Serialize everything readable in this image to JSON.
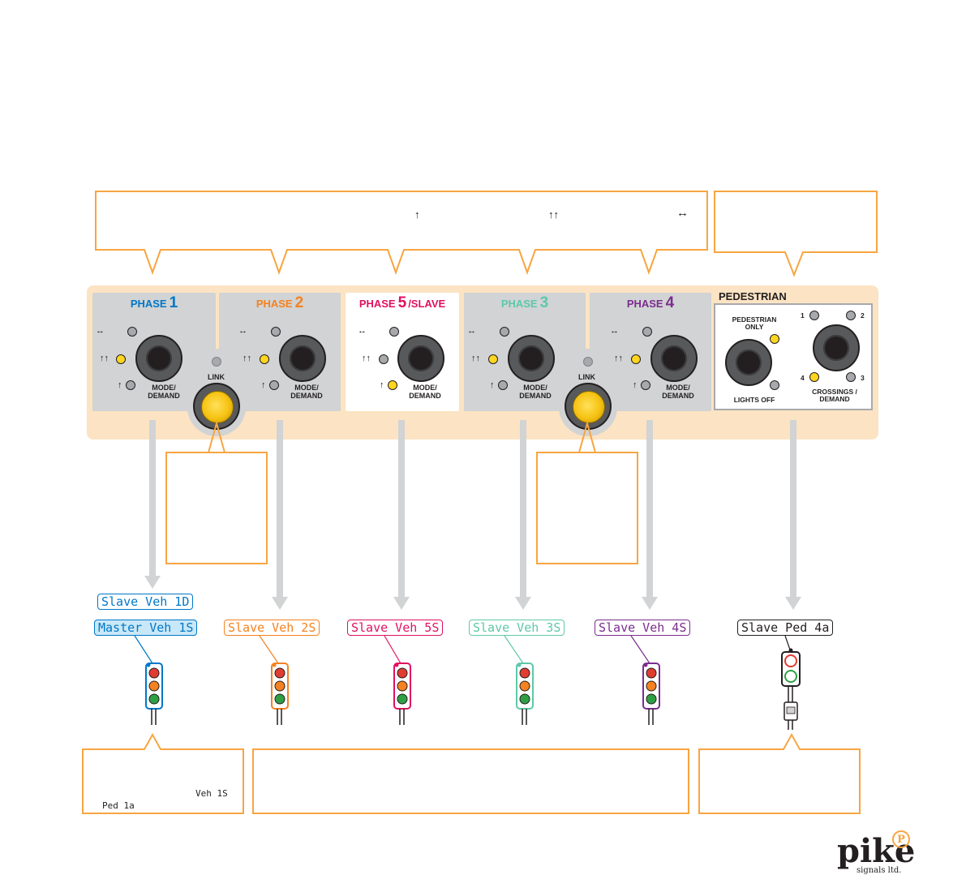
{
  "arrows": {
    "single": "↑",
    "double": "↑↑",
    "both_ways": "↔"
  },
  "phases": [
    {
      "label": "PHASE",
      "number": "1",
      "suffix": "",
      "color": "#0077c8",
      "mode_label": "MODE/ DEMAND",
      "lit_lamp": "double"
    },
    {
      "label": "PHASE",
      "number": "2",
      "suffix": "",
      "color": "#f58220",
      "mode_label": "MODE/ DEMAND",
      "lit_lamp": "double"
    },
    {
      "label": "PHASE",
      "number": "5",
      "suffix": "/SLAVE",
      "color": "#e0115f",
      "mode_label": "MODE/ DEMAND",
      "lit_lamp": "single"
    },
    {
      "label": "PHASE",
      "number": "3",
      "suffix": "",
      "color": "#5ec8a8",
      "mode_label": "MODE/ DEMAND",
      "lit_lamp": "double"
    },
    {
      "label": "PHASE",
      "number": "4",
      "suffix": "",
      "color": "#7b2d8e",
      "mode_label": "MODE/ DEMAND",
      "lit_lamp": "double"
    }
  ],
  "link_label": "LINK",
  "pedestrian": {
    "title": "PEDESTRIAN",
    "only_label": "PEDESTRIAN ONLY",
    "off_label": "LIGHTS OFF",
    "crossings_label": "CROSSINGS / DEMAND",
    "crossing_numbers": [
      "1",
      "2",
      "3",
      "4"
    ],
    "lit_crossing": "4"
  },
  "badges": [
    {
      "text": "Slave Veh 1D",
      "color": "#0077c8",
      "fill": "#ffffff"
    },
    {
      "text": "Master Veh 1S",
      "color": "#0077c8",
      "fill": "#c9e8f7"
    },
    {
      "text": "Slave Veh 2S",
      "color": "#f58220",
      "fill": "#ffffff"
    },
    {
      "text": "Slave Veh 5S",
      "color": "#e0115f",
      "fill": "#ffffff"
    },
    {
      "text": "Slave Veh 3S",
      "color": "#5ec8a8",
      "fill": "#ffffff"
    },
    {
      "text": "Slave Veh 4S",
      "color": "#7b2d8e",
      "fill": "#ffffff"
    },
    {
      "text": "Slave Ped 4a",
      "color": "#231f20",
      "fill": "#ffffff"
    }
  ],
  "callout_bottom_left": {
    "veh": "Veh 1S",
    "ped": "Ped 1a"
  },
  "logo": {
    "name": "pike",
    "sub": "signals ltd.",
    "mark": "P"
  },
  "colors": {
    "callout_border": "#f7a541",
    "panel": "#fbe3c3",
    "phase_grey": "#d1d3d4",
    "lamp_lit": "#ffd520"
  }
}
